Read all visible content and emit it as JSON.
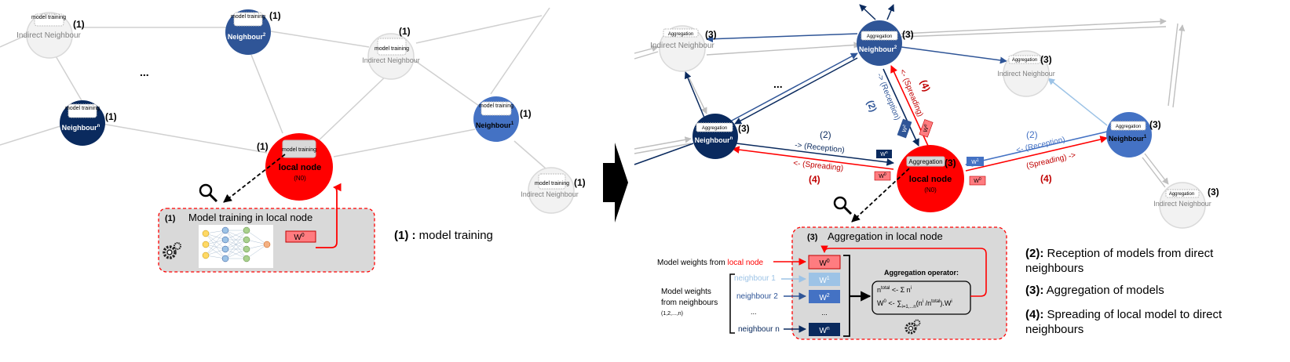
{
  "left": {
    "nodes": {
      "indirect_top_left": {
        "box": "model training",
        "name": "Indirect Neighbour",
        "step": "(1)"
      },
      "neighbour2": {
        "box": "model training",
        "name": "Neighbour",
        "sup": "2",
        "step": "(1)"
      },
      "indirect_top_right": {
        "box": "model training",
        "name": "Indirect Neighbour",
        "step": "(1)"
      },
      "neighbour_n": {
        "box": "model training",
        "name": "Neighbour",
        "sup": "n",
        "step": "(1)"
      },
      "neighbour1": {
        "box": "model training",
        "name": "Neighbour",
        "sup": "1",
        "step": "(1)"
      },
      "local": {
        "box": "model training",
        "name": "local node",
        "id": "(N0)",
        "step": "(1)"
      },
      "indirect_bottom_right": {
        "box": "model training",
        "name": "Indirect Neighbour",
        "step": "(1)"
      }
    },
    "ellipsis": "...",
    "panel": {
      "step": "(1)",
      "title": "Model training  in local node",
      "weight": "W",
      "weight_sup": "0"
    },
    "legend": {
      "key": "(1) :",
      "text": "model training"
    }
  },
  "right": {
    "nodes": {
      "indirect_top_left": {
        "box": "Aggregation",
        "name": "Indirect Neighbour",
        "step": "(3)"
      },
      "neighbour2": {
        "box": "Aggregation",
        "name": "Neighbour",
        "sup": "2",
        "step": "(3)"
      },
      "indirect_right_mid": {
        "box": "Aggregation",
        "name": "Indirect Neighbour",
        "step": "(3)"
      },
      "neighbour_n": {
        "box": "Aggregation",
        "name": "Neighbour",
        "sup": "n",
        "step": "(3)"
      },
      "neighbour1": {
        "box": "Aggregation",
        "name": "Neighbour",
        "sup": "1",
        "step": "(3)"
      },
      "local": {
        "box": "Aggregation",
        "name": "local node",
        "id": "(N0)",
        "step": "(3)"
      },
      "indirect_bottom_right": {
        "box": "Aggregation",
        "name": "Indirect Neighbour",
        "step": "(3)"
      }
    },
    "ellipsis": "...",
    "edge_labels": {
      "left_step2": "(2)",
      "left_reception": "-> (Reception)",
      "left_spreading": "<- (Spreading)",
      "left_step4": "(4)",
      "right_step2": "(2)",
      "right_reception": "<- (Reception)",
      "right_spreading": "(Spreading) ->",
      "right_step4": "(4)",
      "top_step2": "(2)",
      "top_reception": "-> (Reception)",
      "top_spreading": "<- (Spreading)",
      "top_step4": "(4)"
    },
    "panel": {
      "step": "(3)",
      "title": "Aggregation  in local node",
      "from_local_prefix": "Model weights from ",
      "from_local_suffix": "local node",
      "from_neighbours": [
        "Model weights",
        "from neighbours",
        "(1,2,...,n)"
      ],
      "rows": [
        {
          "label": "neighbour 1",
          "weight": "W",
          "sup": "1"
        },
        {
          "label": "neighbour 2",
          "weight": "W",
          "sup": "2"
        },
        {
          "label": "...",
          "weight": "...",
          "sup": ""
        },
        {
          "label": "neighbour n",
          "weight": "W",
          "sup": "n"
        }
      ],
      "w0": {
        "weight": "W",
        "sup": "0"
      },
      "operator_title": "Aggregation operator:",
      "op_line1": "n<sup>total</sup> &lt;- &Sigma; n<sup>i</sup>",
      "op_line2": "W<sup>0</sup> &lt;- &sum;<sub>i=1,...n</sub>(n<sup>i</sup> /n<sup>total</sup>).W<sup>i</sup>"
    },
    "legend": [
      {
        "key": "(2):",
        "text": " Reception of models from direct neighbours"
      },
      {
        "key": "(3):",
        "text": " Aggregation of models"
      },
      {
        "key": "(4):",
        "text": " Spreading of local model to direct neighbours"
      }
    ]
  },
  "colors": {
    "red": "#ff0000",
    "navy": "#0a2a5e",
    "mid_blue": "#2f5597",
    "light_blue": "#4472c4",
    "gray_node": "#f2f2f2",
    "panel_gray": "#d9d9d9",
    "dark_red_text": "#c00000"
  }
}
